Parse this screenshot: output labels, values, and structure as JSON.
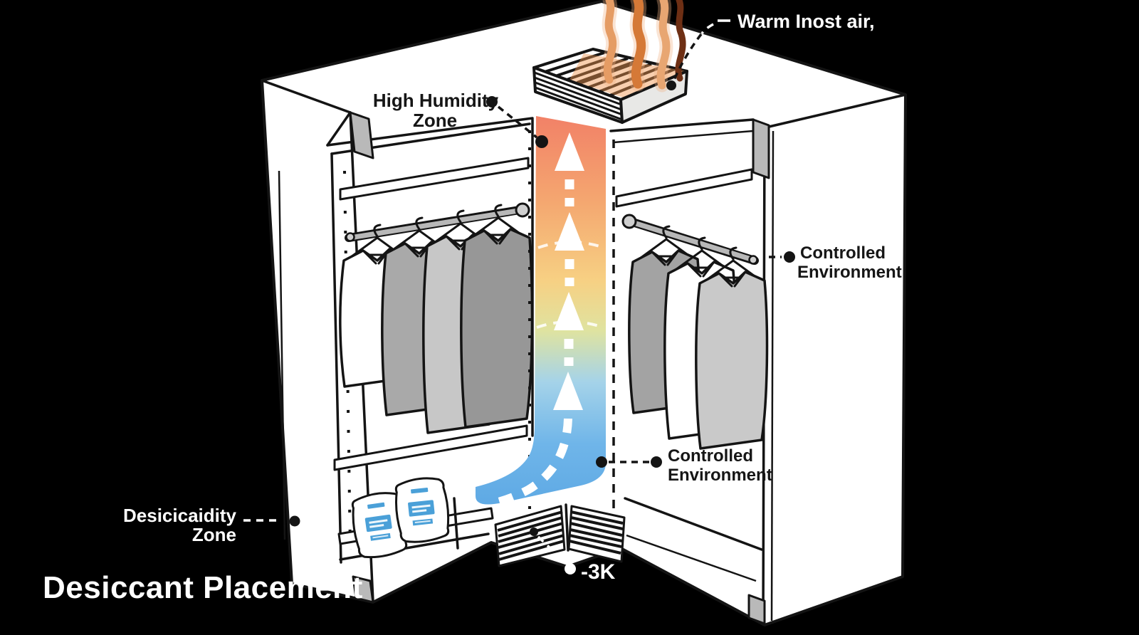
{
  "title": {
    "text": "Desiccant Placement"
  },
  "callouts": {
    "warm_air": {
      "text": "Warm Inost air,"
    },
    "high_humidity_zone": {
      "line1": "High Humidity",
      "line2": "Zone"
    },
    "controlled_environment_upper": {
      "line1": "Controlled",
      "line2": "Environment"
    },
    "controlled_environment_lower": {
      "line1": "Controlled",
      "line2": "Environment"
    },
    "desiccant_zone": {
      "line1": "Desicicaidity",
      "line2": "Zone"
    },
    "vent_reading": {
      "text": "-3K"
    }
  },
  "colors": {
    "background": "#000000",
    "outline": "#141414",
    "cabinet_white": "#ffffff",
    "metal_gray": "#b9b9b9",
    "airflow_arrow_white": "#ffffff",
    "desiccant_label_blue": "#4aa0d8",
    "airflow_gradient": [
      "#f28167",
      "#f4a770",
      "#f7d083",
      "#dfe3a0",
      "#a5d3e9",
      "#6fb5e9",
      "#5ea9e4"
    ],
    "heat_wave_colors": [
      "#e59c64",
      "#d57937",
      "#e8a672",
      "#6e2f14"
    ]
  },
  "illustration": {
    "left_garment_count": 4,
    "right_garment_count": 3,
    "desiccant_packet_count": 2,
    "garment_fills": [
      "#ffffff",
      "#a9a9a9",
      "#c7c7c7",
      "#979797",
      "#a3a3a3",
      "#ffffff",
      "#c9c9c9"
    ]
  }
}
